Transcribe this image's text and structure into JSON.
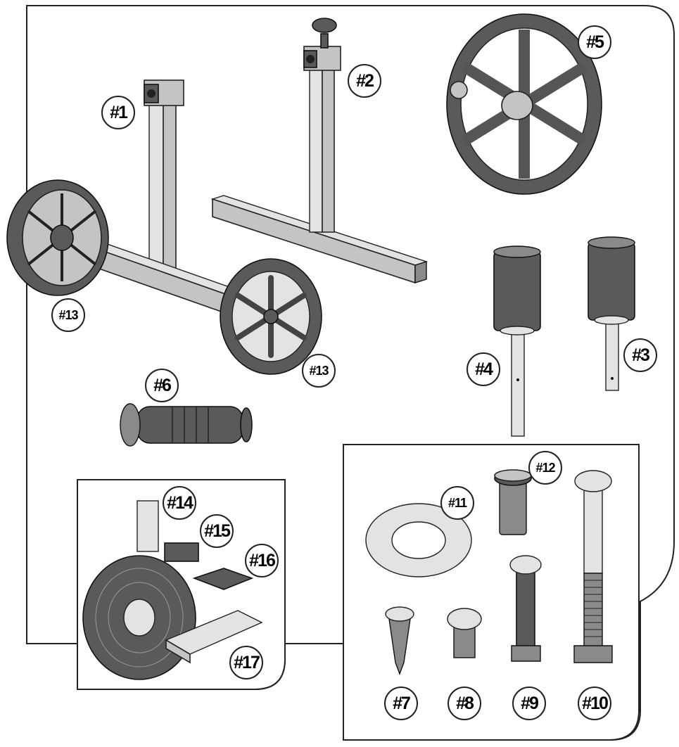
{
  "labels": {
    "p1": "#1",
    "p2": "#2",
    "p3": "#3",
    "p4": "#4",
    "p5": "#5",
    "p6": "#6",
    "p7": "#7",
    "p8": "#8",
    "p9": "#9",
    "p10": "#10",
    "p11": "#11",
    "p12": "#12",
    "p13a": "#13",
    "p13b": "#13",
    "p14": "#14",
    "p15": "#15",
    "p16": "#16",
    "p17": "#17"
  }
}
